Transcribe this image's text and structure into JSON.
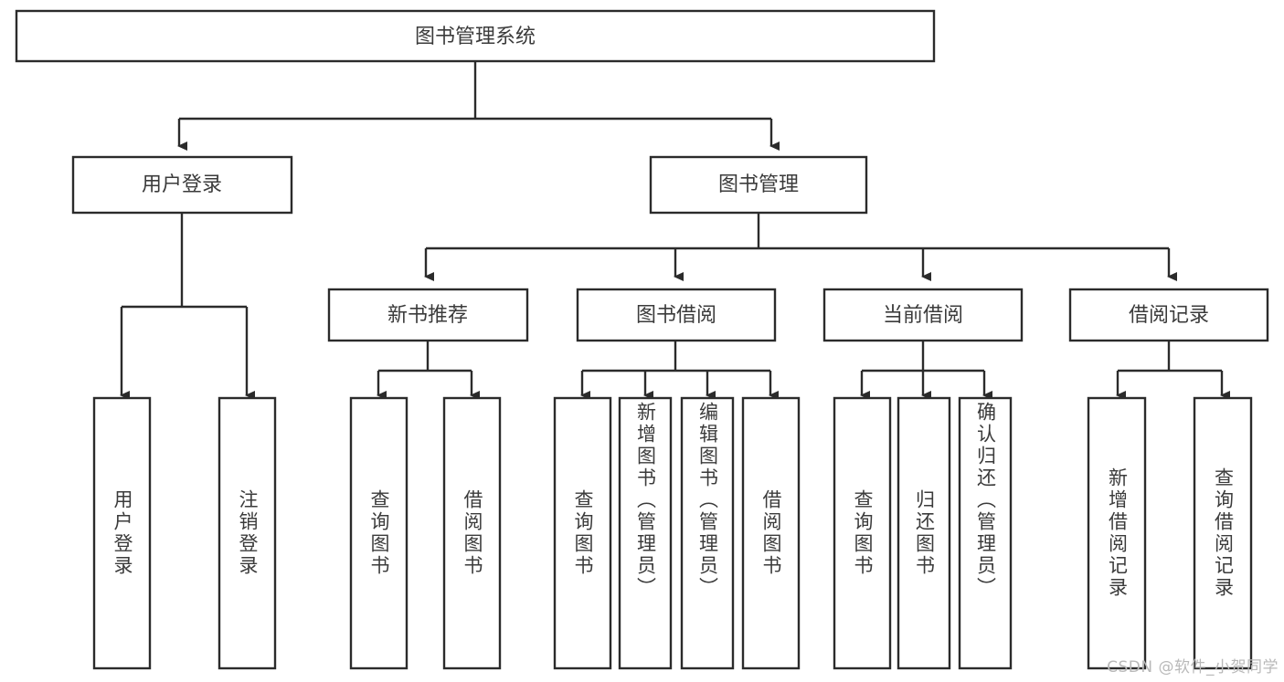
{
  "diagram": {
    "type": "tree",
    "title": "图书管理系统",
    "orientation": "top-down",
    "colors": {
      "box_fill": "#ffffff",
      "box_stroke": "#2b2b2b",
      "text": "#3b3b3b",
      "background": "#ffffff",
      "watermark": "#b9b9b9"
    },
    "root": {
      "label": "图书管理系统"
    },
    "level2": [
      {
        "label": "用户登录"
      },
      {
        "label": "图书管理"
      }
    ],
    "level3": [
      {
        "label": "新书推荐"
      },
      {
        "label": "图书借阅"
      },
      {
        "label": "当前借阅"
      },
      {
        "label": "借阅记录"
      }
    ],
    "leaves": {
      "user_login": [
        {
          "label": "用户登录"
        },
        {
          "label": "注销登录"
        }
      ],
      "new_book_recommend": [
        {
          "label": "查询图书"
        },
        {
          "label": "借阅图书"
        }
      ],
      "book_borrow": [
        {
          "label": "查询图书"
        },
        {
          "label": "新增图书（管理员）"
        },
        {
          "label": "编辑图书（管理员）"
        },
        {
          "label": "借阅图书"
        }
      ],
      "current_borrow": [
        {
          "label": "查询图书"
        },
        {
          "label": "归还图书"
        },
        {
          "label": "确认归还（管理员）"
        }
      ],
      "borrow_record": [
        {
          "label": "新增借阅记录"
        },
        {
          "label": "查询借阅记录"
        }
      ]
    }
  },
  "watermark": {
    "text": "CSDN @软件_小贺同学"
  }
}
